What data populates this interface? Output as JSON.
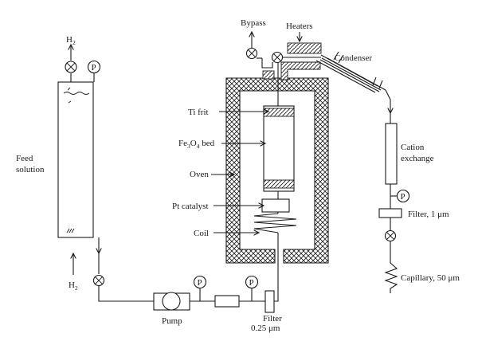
{
  "labels": {
    "h2_top": "H",
    "h2_top_sub": "2",
    "h2_bottom": "H",
    "h2_bottom_sub": "2",
    "feed_line1": "Feed",
    "feed_line2": "solution",
    "bypass": "Bypass",
    "heaters": "Heaters",
    "condenser": "Condenser",
    "ti_frit": "Ti frit",
    "fe_bed_a": "Fe",
    "fe_bed_sub1": "3",
    "fe_bed_b": "O",
    "fe_bed_sub2": "4",
    "fe_bed_c": " bed",
    "oven": "Oven",
    "pt_catalyst": "Pt catalyst",
    "coil": "Coil",
    "pump": "Pump",
    "filter_025_line1": "Filter",
    "filter_025_line2": "0.25 μm",
    "cation_line1": "Cation",
    "cation_line2": "exchange",
    "filter_1um": "Filter, 1 μm",
    "capillary": "Capillary, 50 μm",
    "pressure_gauge": "P"
  },
  "colors": {
    "ink": "#1a1a1a",
    "background": "#ffffff"
  }
}
